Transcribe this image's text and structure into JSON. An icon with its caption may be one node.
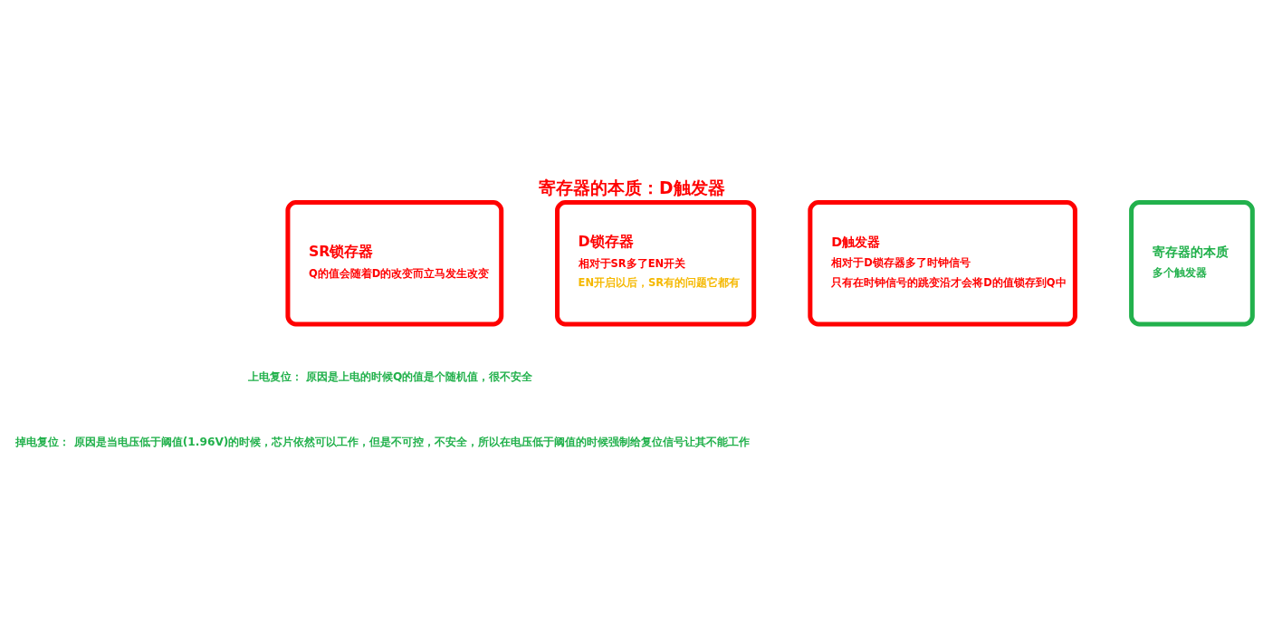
{
  "diagram": {
    "title": "寄存器的本质：D触发器",
    "nodes": [
      {
        "text": [
          "SR锁存器",
          "Q的值会随着D的改变而立马发生改变"
        ]
      },
      {
        "text": [
          "D锁存器",
          "相对于SR多了EN开关",
          "EN开启以后，SR有的问题它都有"
        ]
      },
      {
        "text": [
          "D触发器",
          "相对于D锁存器多了时钟信号",
          "只有在时钟信号的跳变沿才会将D的值锁存到Q中"
        ]
      },
      {
        "text": [
          "寄存器的本质",
          "多个触发器"
        ]
      }
    ],
    "edges": [],
    "labels": [
      "上电复位： 原因是上电的时候Q的值是个随机值，很不安全",
      "掉电复位： 原因是当电压低于阈值(1.96V)的时候，芯片依然可以工作，但是不可控，不安全，所以在电压低于阈值的时候强制给复位信号让其不能工作"
    ]
  }
}
